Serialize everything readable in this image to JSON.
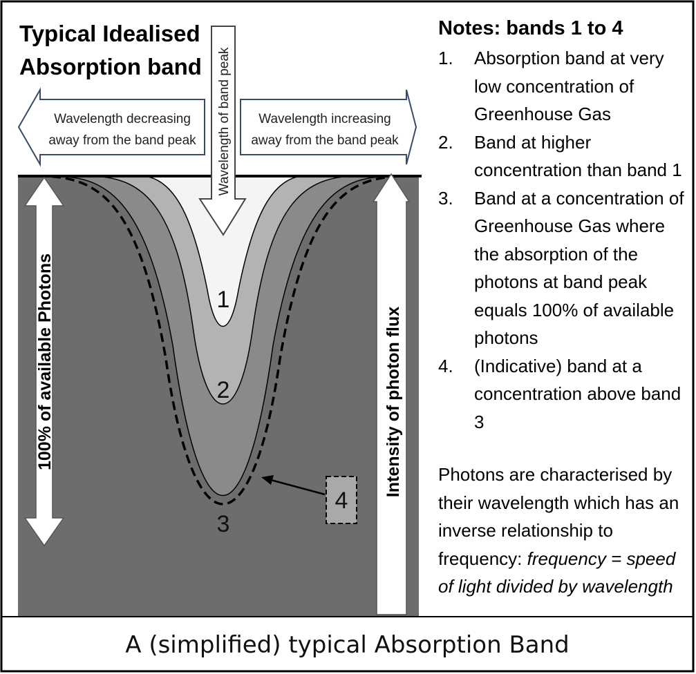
{
  "title": {
    "line1": "Typical Idealised",
    "line2": "Absorption band"
  },
  "arrows": {
    "left_line1": "Wavelength  decreasing",
    "left_line2": "away  from the band peak",
    "right_line1": "Wavelength  increasing",
    "right_line2": "away from the band peak",
    "down": "Wavelength  of band peak"
  },
  "axis_labels": {
    "left": "100% of available Photons",
    "right": "Intensity of photon flux"
  },
  "bands": {
    "b1": "1",
    "b2": "2",
    "b3": "3",
    "b4": "4"
  },
  "notes": {
    "heading": "Notes: bands 1 to 4",
    "items": [
      {
        "num": "1.",
        "text": "Absorption band at very low concentration of Greenhouse Gas"
      },
      {
        "num": "2.",
        "text": "Band at higher concentration than band 1"
      },
      {
        "num": "3.",
        "text": "Band at a concentration of Greenhouse Gas where the absorption of the photons at band peak equals 100% of available photons"
      },
      {
        "num": "4.",
        "text": "(Indicative) band at a concentration above band 3"
      }
    ],
    "photons_plain": "Photons are characterised by their wavelength which has an inverse relationship to frequency:",
    "photons_italic": "frequency = speed of light divided by wavelength"
  },
  "caption": "A (simplified) typical Absorption Band",
  "colors": {
    "background_grey": "#6d6d6d",
    "band3_fill": "#8a8a8a",
    "band2_fill": "#b3b3b3",
    "band1_fill": "#f4f4f4"
  }
}
